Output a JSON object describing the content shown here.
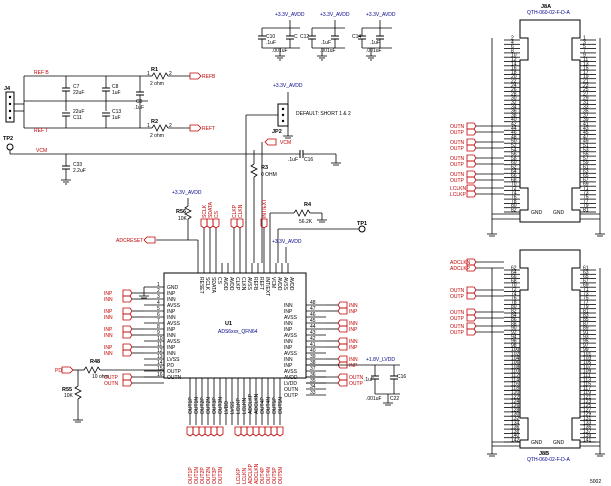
{
  "figure_id": "5002",
  "default_note": "DEFAULT: SHORT 1 & 2",
  "rails": {
    "avdd": "+3.3V_AVDD",
    "lvdd": "+1.8V_LVDD"
  },
  "u1": {
    "ref": "U1",
    "part": "ADS6xxx_QFN64",
    "left_pins": [
      {
        "num": "1",
        "name": "GND"
      },
      {
        "num": "2",
        "name": "INP"
      },
      {
        "num": "3",
        "name": "INN"
      },
      {
        "num": "4",
        "name": "AVSS"
      },
      {
        "num": "5",
        "name": "INP"
      },
      {
        "num": "6",
        "name": "INN"
      },
      {
        "num": "7",
        "name": "AVSS"
      },
      {
        "num": "8",
        "name": "INP"
      },
      {
        "num": "9",
        "name": "INN"
      },
      {
        "num": "10",
        "name": "AVSS"
      },
      {
        "num": "11",
        "name": "INP"
      },
      {
        "num": "12",
        "name": "INN"
      },
      {
        "num": "13",
        "name": "LVSS"
      },
      {
        "num": "14",
        "name": "PD"
      },
      {
        "num": "15",
        "name": "OUTP"
      },
      {
        "num": "16",
        "name": "OUTN"
      }
    ],
    "right_pins": [
      {
        "num": "48",
        "name": "INN"
      },
      {
        "num": "47",
        "name": "INP"
      },
      {
        "num": "46",
        "name": "AVSS"
      },
      {
        "num": "45",
        "name": "INN"
      },
      {
        "num": "44",
        "name": "INP"
      },
      {
        "num": "43",
        "name": "AVSS"
      },
      {
        "num": "42",
        "name": "INN"
      },
      {
        "num": "41",
        "name": "INP"
      },
      {
        "num": "40",
        "name": "AVSS"
      },
      {
        "num": "39",
        "name": "INN"
      },
      {
        "num": "38",
        "name": "INP"
      },
      {
        "num": "37",
        "name": "AVSS"
      },
      {
        "num": "36",
        "name": "AVDD"
      },
      {
        "num": "35",
        "name": "LVDD"
      },
      {
        "num": "34",
        "name": "OUTN"
      },
      {
        "num": "33",
        "name": "OUTP"
      }
    ],
    "top_pins": [
      "RESET",
      "SCLK",
      "SDATA",
      "CS",
      "AVDD",
      "AVDD",
      "CLKP",
      "CLKN",
      "AVSS",
      "REFB",
      "REFT",
      "INT/EXT",
      "VCM",
      "AVDD",
      "AVSS",
      "AVDD"
    ],
    "bottom_pins": [
      "OUT1P",
      "OUT1N",
      "OUT2P",
      "OUT2N",
      "OUT3P",
      "OUT3N",
      "LVDD",
      "LVSS",
      "LCLKP",
      "LCLKN",
      "ADCLKP",
      "ADCLKN",
      "OUT4P",
      "OUT4N",
      "OUT5P",
      "OUT5N"
    ]
  },
  "passives": {
    "r1": {
      "ref": "R1",
      "value": "2 ohm"
    },
    "r2": {
      "ref": "R2",
      "value": "2 ohm"
    },
    "r3": {
      "ref": "R3",
      "value": "0 OHM"
    },
    "r4": {
      "ref": "R4",
      "value": "56.2K"
    },
    "r48": {
      "ref": "R48",
      "value": "10 ohm"
    },
    "r55": {
      "ref": "R55",
      "value": "10K"
    },
    "r56": {
      "ref": "R56",
      "value": "10K"
    },
    "c7": {
      "ref": "C7",
      "value": "22uF"
    },
    "c8": {
      "ref": "C8",
      "value": "1uF"
    },
    "c9": {
      "ref": "C9",
      "value": ".1uF"
    },
    "c11": {
      "ref": "C11",
      "value": "22uF"
    },
    "c13": {
      "ref": "C13",
      "value": "1uF"
    },
    "c33": {
      "ref": "C33",
      "value": "2.2uF"
    },
    "c10": {
      "ref": "C10",
      "value": ".1uF"
    },
    "c16": {
      "ref": "C16",
      "value": ""
    },
    "c12": {
      "ref": "C12",
      "value": ".1uF"
    },
    "c14": {
      "ref": "C14",
      "value": ".1uF"
    },
    "c22": {
      "ref": "C22",
      "value": ".001uF"
    },
    "c_tr": {
      "ref": "C",
      "value": ".001uF"
    },
    "c_tm": {
      "ref": "C",
      "value": ".001uF"
    },
    "c_tl": {
      "ref": "C",
      "value": ".001uF"
    },
    "c_lv": {
      "ref": "C",
      "value": ".1uF"
    }
  },
  "jumpers": {
    "j4": "J4",
    "jp2": "JP2"
  },
  "testpoints": {
    "tp1": "TP1",
    "tp2": "TP2"
  },
  "nets": {
    "refb": "REF B",
    "reft": "REF T",
    "refb_flag": "REFB",
    "reft_flag": "REFT",
    "vcm": "VCM",
    "pd": "PD",
    "adcreset": "ADCRESET",
    "outp": "OUTP",
    "outn": "OUTN",
    "inp": "INP",
    "inn": "INN"
  },
  "connectors": {
    "j8a": {
      "ref": "J8A",
      "part": "QTH-060-02-F-D-A",
      "gnd": "GND"
    },
    "j8b": {
      "ref": "J8B",
      "part": "QTH-060-02-F-D-A",
      "gnd": "GND"
    }
  },
  "connector_net_labels_a": [
    "OUTN",
    "OUTP",
    "OUTN",
    "OUTP",
    "OUTN",
    "OUTP",
    "OUTN",
    "OUTP",
    "LCLKN",
    "LCLKP"
  ],
  "connector_net_labels_b": [
    "ADCLKN",
    "ADCLKP",
    "OUTN",
    "OUTP",
    "OUTN",
    "OUTP",
    "OUTN",
    "OUTP"
  ],
  "u1_left_flags": [
    "INP",
    "INN",
    "INP",
    "INN",
    "INP",
    "INN",
    "INP",
    "INN"
  ],
  "u1_right_flags": [
    "INN",
    "INP",
    "INN",
    "INP",
    "INN",
    "INP",
    "INN",
    "INP"
  ],
  "top_rotated_flags": [
    "SCLK",
    "SDATA",
    "CS",
    "CLKP",
    "CLKN",
    "INT/EXT"
  ],
  "bottom_rotated_flags": [
    "OUT1P",
    "OUT1N",
    "OUT2P",
    "OUT2N",
    "OUT3P",
    "OUT3N",
    "LCLKP",
    "LCLKN",
    "ADCLKP",
    "ADCLKN",
    "OUT4P",
    "OUT4N",
    "OUT5P",
    "OUT5N"
  ]
}
